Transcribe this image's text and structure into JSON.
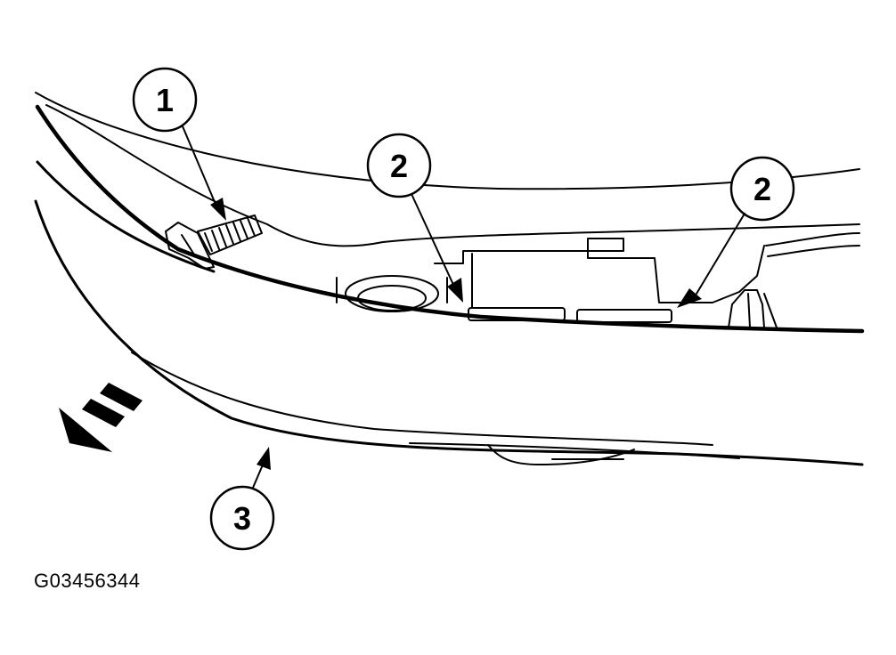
{
  "figure": {
    "id_label": "G03456344"
  },
  "callouts": [
    {
      "label": "1"
    },
    {
      "label": "2"
    },
    {
      "label": "2"
    },
    {
      "label": "3"
    }
  ],
  "direction_arrow": {
    "icon": "dashed-arrow-icon",
    "color": "#000000"
  }
}
